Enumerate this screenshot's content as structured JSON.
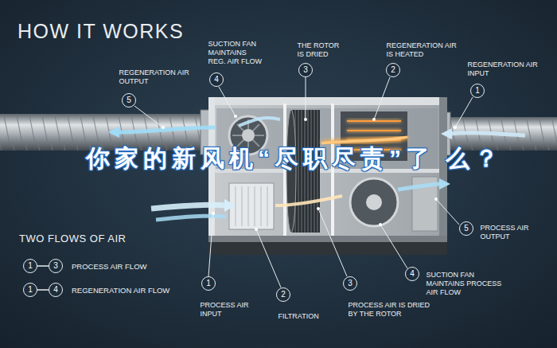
{
  "diagram": {
    "title": "HOW IT WORKS",
    "nodes": [
      {
        "text": [
          "5",
          "REGENERATION AIR OUTPUT"
        ]
      },
      {
        "text": [
          "4",
          "SUCTION FAN MAINTAINS REG. AIR FLOW"
        ]
      },
      {
        "text": [
          "3",
          "THE ROTOR IS DRIED"
        ]
      },
      {
        "text": [
          "2",
          "REGENERATION AIR IS HEATED"
        ]
      },
      {
        "text": [
          "1",
          "REGENERATION AIR INPUT"
        ]
      },
      {
        "text": [
          "5",
          "PROCESS AIR OUTPUT"
        ]
      },
      {
        "text": [
          "1"
        ]
      },
      {
        "text": [
          "3"
        ]
      },
      {
        "text": [
          "1"
        ]
      },
      {
        "text": [
          "4"
        ]
      },
      {
        "text": [
          "4",
          "SUCTION FAN MAINTAINS PROCESS AIR FLOW"
        ]
      },
      {
        "text": [
          "1",
          "PROCESS AIR INPUT"
        ]
      },
      {
        "text": [
          "3",
          "PROCESS AIR IS DRIED BY THE ROTOR"
        ]
      },
      {
        "text": [
          "2",
          "FILTRATION"
        ]
      }
    ],
    "edges": [
      {
        "from": 6,
        "to": 7,
        "arrow": "none"
      },
      {
        "from": 8,
        "to": 9,
        "arrow": "none"
      }
    ],
    "labels": [
      "你家的新风机“尽职尽责”了 么？",
      "TWO FLOWS OF AIR"
    ],
    "legend": [
      {
        "text": "PROCESS AIR FLOW"
      },
      {
        "text": "REGENERATION AIR FLOW"
      }
    ]
  }
}
